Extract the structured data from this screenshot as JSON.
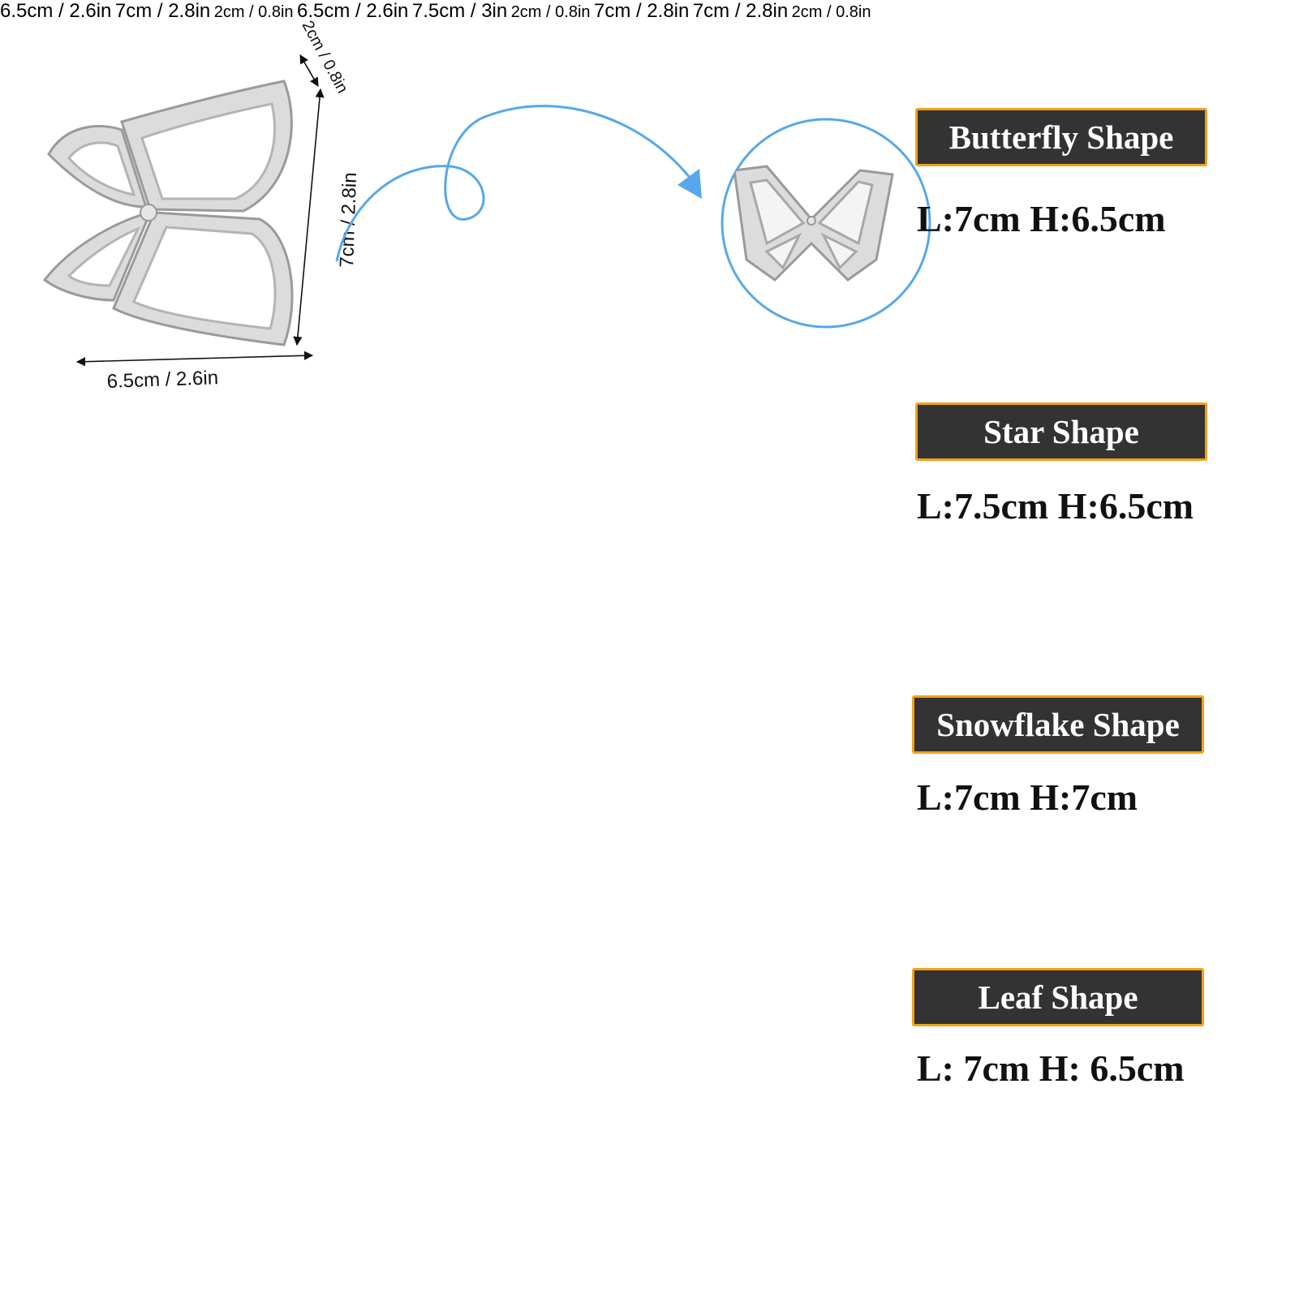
{
  "colors": {
    "accent_blue": "#56a8ea",
    "label_bg": "#333333",
    "label_border": "#f2a21b",
    "text": "#111111"
  },
  "shapes": [
    {
      "label": "Butterfly Shape",
      "size": "L:7cm H:6.5cm",
      "dims": {
        "width": "6.5cm / 2.6in",
        "height": "7cm / 2.8in",
        "depth": "2cm / 0.8in"
      }
    },
    {
      "label": "Star Shape",
      "size": "L:7.5cm H:6.5cm",
      "dims": {
        "width": "6.5cm / 2.6in",
        "height": "7cm / 2.8in",
        "depth": "2cm / 0.8in"
      }
    },
    {
      "label": "Snowflake Shape",
      "size": "L:7cm H:7cm",
      "dims": {
        "width": "6.5cm / 2.6in",
        "height": "7.5cm / 3in",
        "depth": "2cm / 0.8in"
      }
    },
    {
      "label": "Leaf Shape",
      "size": "L: 7cm H: 6.5cm",
      "dims": {
        "width": "7cm / 2.8in",
        "height": "7cm / 2.8in",
        "depth": "2cm / 0.8in"
      }
    }
  ]
}
